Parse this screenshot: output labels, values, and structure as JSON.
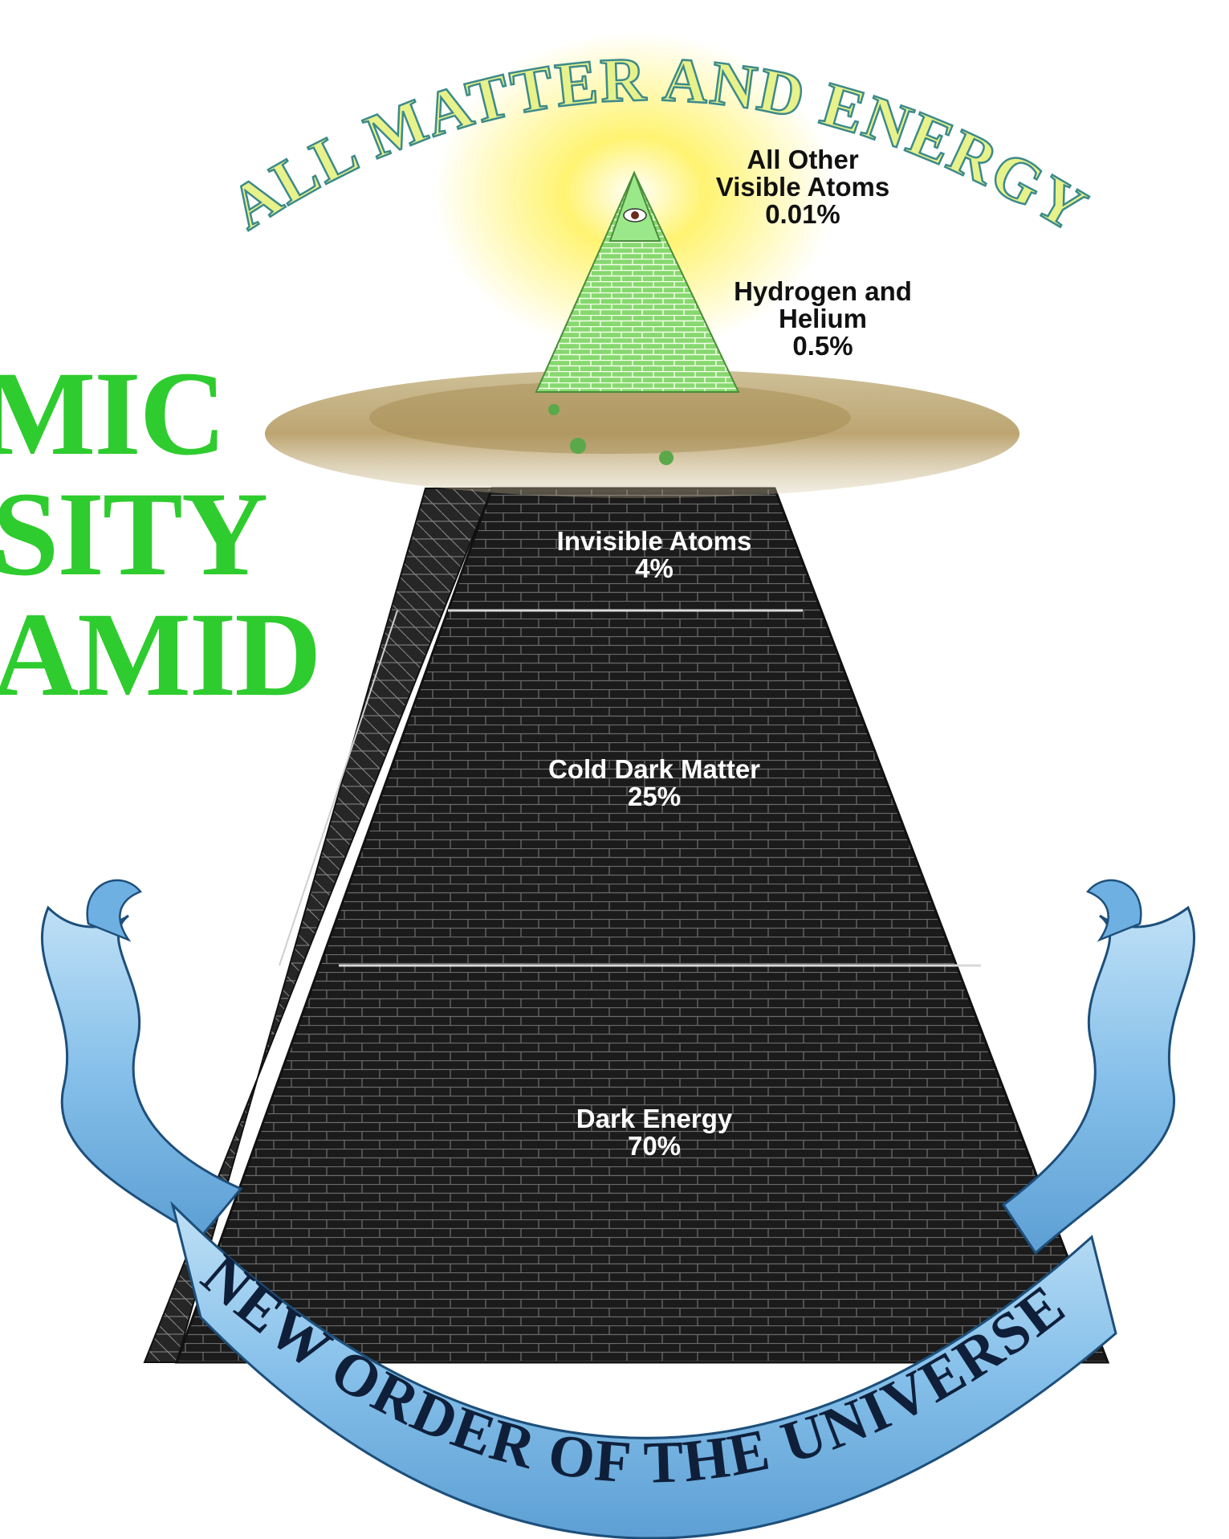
{
  "arc_top_text": "ALL MATTER AND ENERGY",
  "banner_text": "NEW ORDER OF THE UNIVERSE",
  "side_title": [
    "MIC",
    "SITY",
    "AMID"
  ],
  "layers": [
    {
      "name": "All Other Visible Atoms",
      "line1": "All Other",
      "line2": "Visible Atoms",
      "value": "0.01%"
    },
    {
      "name": "Hydrogen and Helium",
      "line1": "Hydrogen and",
      "line2": "Helium",
      "value": "0.5%"
    },
    {
      "name": "Invisible Atoms",
      "line1": "Invisible Atoms",
      "value": "4%"
    },
    {
      "name": "Cold Dark Matter",
      "line1": "Cold Dark Matter",
      "value": "25%"
    },
    {
      "name": "Dark Energy",
      "line1": "Dark Energy",
      "value": "70%"
    }
  ],
  "colors": {
    "title_green": "#2ecc2e",
    "arc_text_fill": "#e8f28a",
    "arc_text_stroke": "#3d8a8a",
    "banner_blue": "#8cc3ea",
    "pyramid_dark": "#1b1b1b",
    "capstone_green": "#7fd66a",
    "glow": "#fff36a"
  }
}
